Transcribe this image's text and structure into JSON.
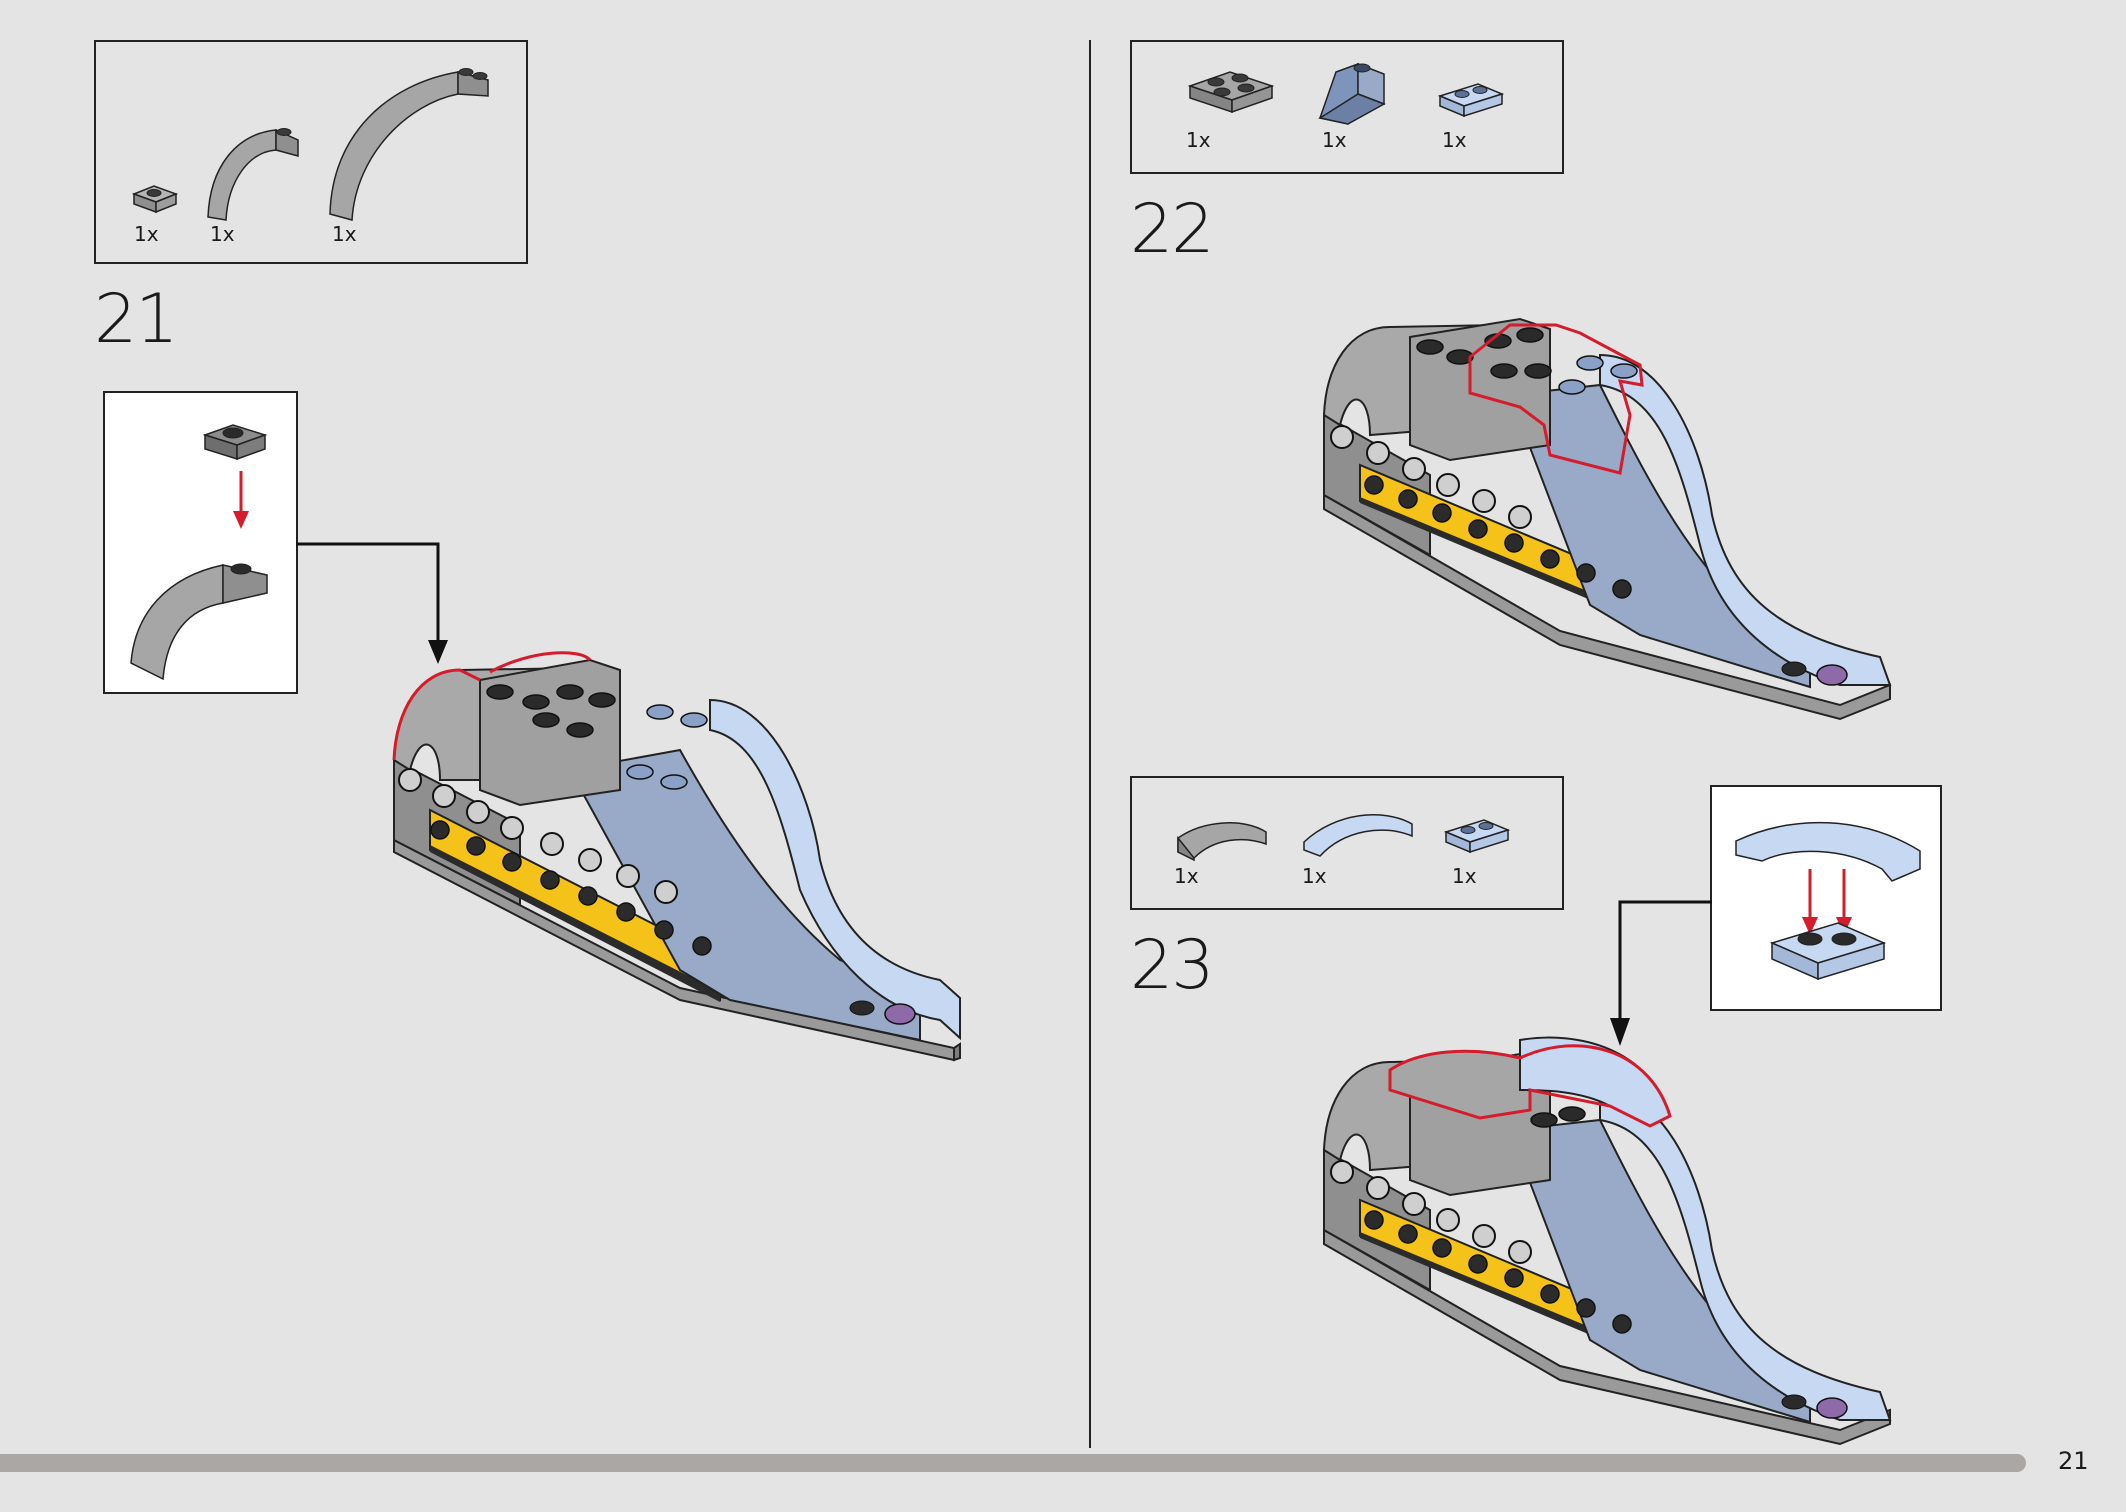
{
  "page": {
    "number": "21"
  },
  "steps": [
    {
      "number": "21",
      "parts": [
        {
          "qty": "1x",
          "icon": "plate-1x1-gray"
        },
        {
          "qty": "1x",
          "icon": "curved-arch-small-gray"
        },
        {
          "qty": "1x",
          "icon": "curved-arch-large-gray"
        }
      ]
    },
    {
      "number": "22",
      "parts": [
        {
          "qty": "1x",
          "icon": "plate-2x2-gray"
        },
        {
          "qty": "1x",
          "icon": "slope-blue"
        },
        {
          "qty": "1x",
          "icon": "plate-1x2-light-blue"
        }
      ]
    },
    {
      "number": "23",
      "parts": [
        {
          "qty": "1x",
          "icon": "curved-slope-gray"
        },
        {
          "qty": "1x",
          "icon": "curved-slope-light-blue"
        },
        {
          "qty": "1x",
          "icon": "plate-1x2-light-blue"
        }
      ]
    }
  ],
  "colors": {
    "background": "#e4e4e4",
    "gray": "#a9a9a9",
    "dark_gray": "#7d7d7d",
    "blue": "#98aac8",
    "light_blue": "#c6d8f2",
    "yellow": "#f5c219",
    "highlight": "#d41c2c",
    "purple": "#8f6aa8"
  }
}
